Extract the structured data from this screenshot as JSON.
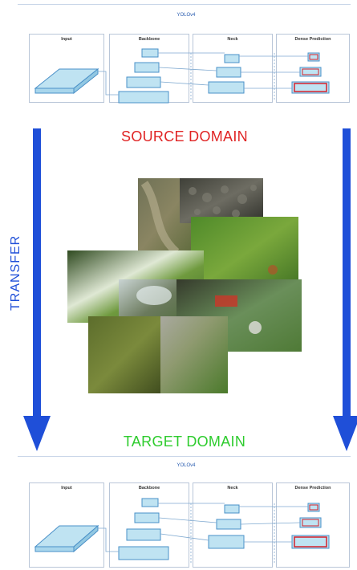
{
  "top_model": {
    "title": "YOLOv4",
    "stages": [
      "Input",
      "Backbone",
      "Neck",
      "Dense Prediction"
    ]
  },
  "source_label": "SOURCE DOMAIN",
  "transfer_label": "TRANSFER",
  "target_label": "TARGET DOMAIN",
  "bottom_model": {
    "title": "YOLOv4",
    "stages": [
      "Input",
      "Backbone",
      "Neck",
      "Dense Prediction"
    ]
  },
  "colors": {
    "source": "#e02424",
    "target": "#2ecc2e",
    "transfer": "#1f4fd8",
    "block_fill": "#bfe3f2",
    "block_stroke": "#4a90c8",
    "prediction_red": "#d6202a"
  },
  "photos": [
    "dirt-path-aerial",
    "rocks-aerial",
    "grass-field-aerial",
    "forest-meadow",
    "pond-water",
    "garden-objects",
    "shrub-closeup",
    "road-lawn"
  ]
}
